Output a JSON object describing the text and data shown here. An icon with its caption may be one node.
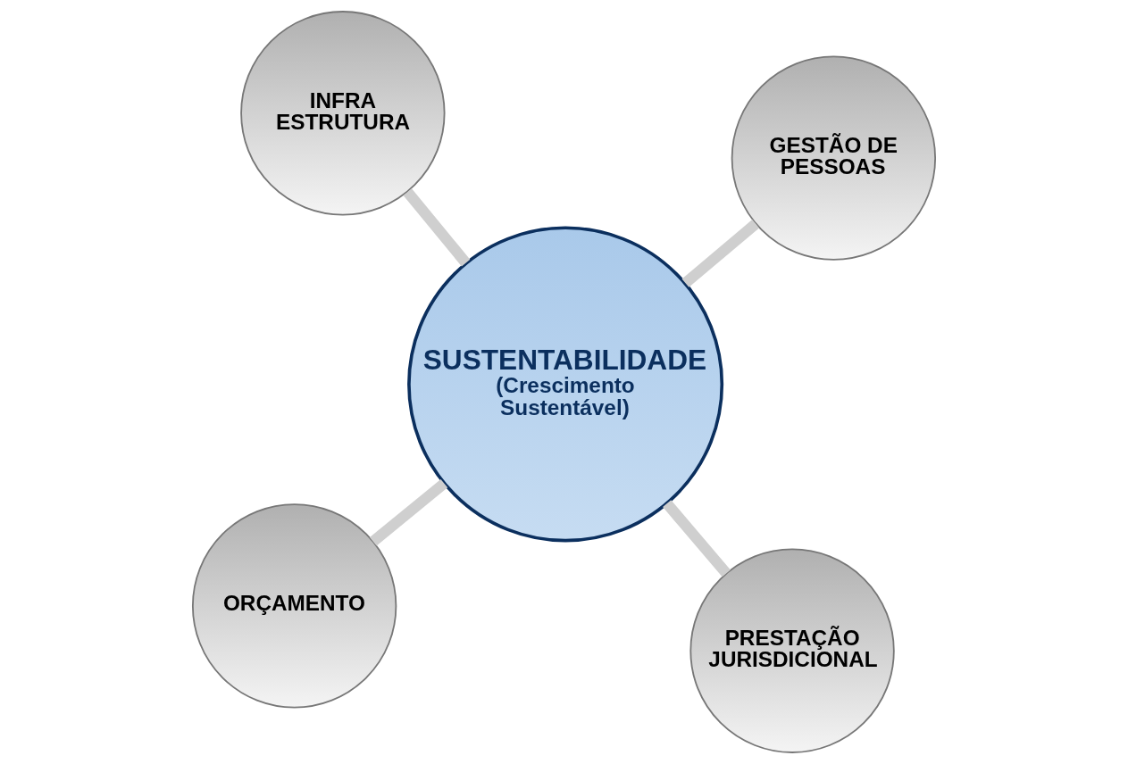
{
  "diagram": {
    "nodes": [
      {
        "text": [
          "ORÇAMENTO"
        ]
      },
      {
        "text": [
          "PRESTAÇÃO JURISDICIONAL"
        ]
      },
      {
        "text": [
          "SUSTENTABILIDADE",
          "(Crescimento Sustentável)"
        ]
      },
      {
        "text": [
          "INFRA ESTRUTURA"
        ]
      },
      {
        "text": [
          "GESTÃO DE PESSOAS"
        ]
      }
    ],
    "edges": [
      {
        "from": 2,
        "to": 0,
        "arrow": "none"
      },
      {
        "from": 2,
        "to": 1,
        "arrow": "none"
      },
      {
        "from": 2,
        "to": 3,
        "arrow": "none"
      },
      {
        "from": 2,
        "to": 4,
        "arrow": "none"
      }
    ]
  }
}
